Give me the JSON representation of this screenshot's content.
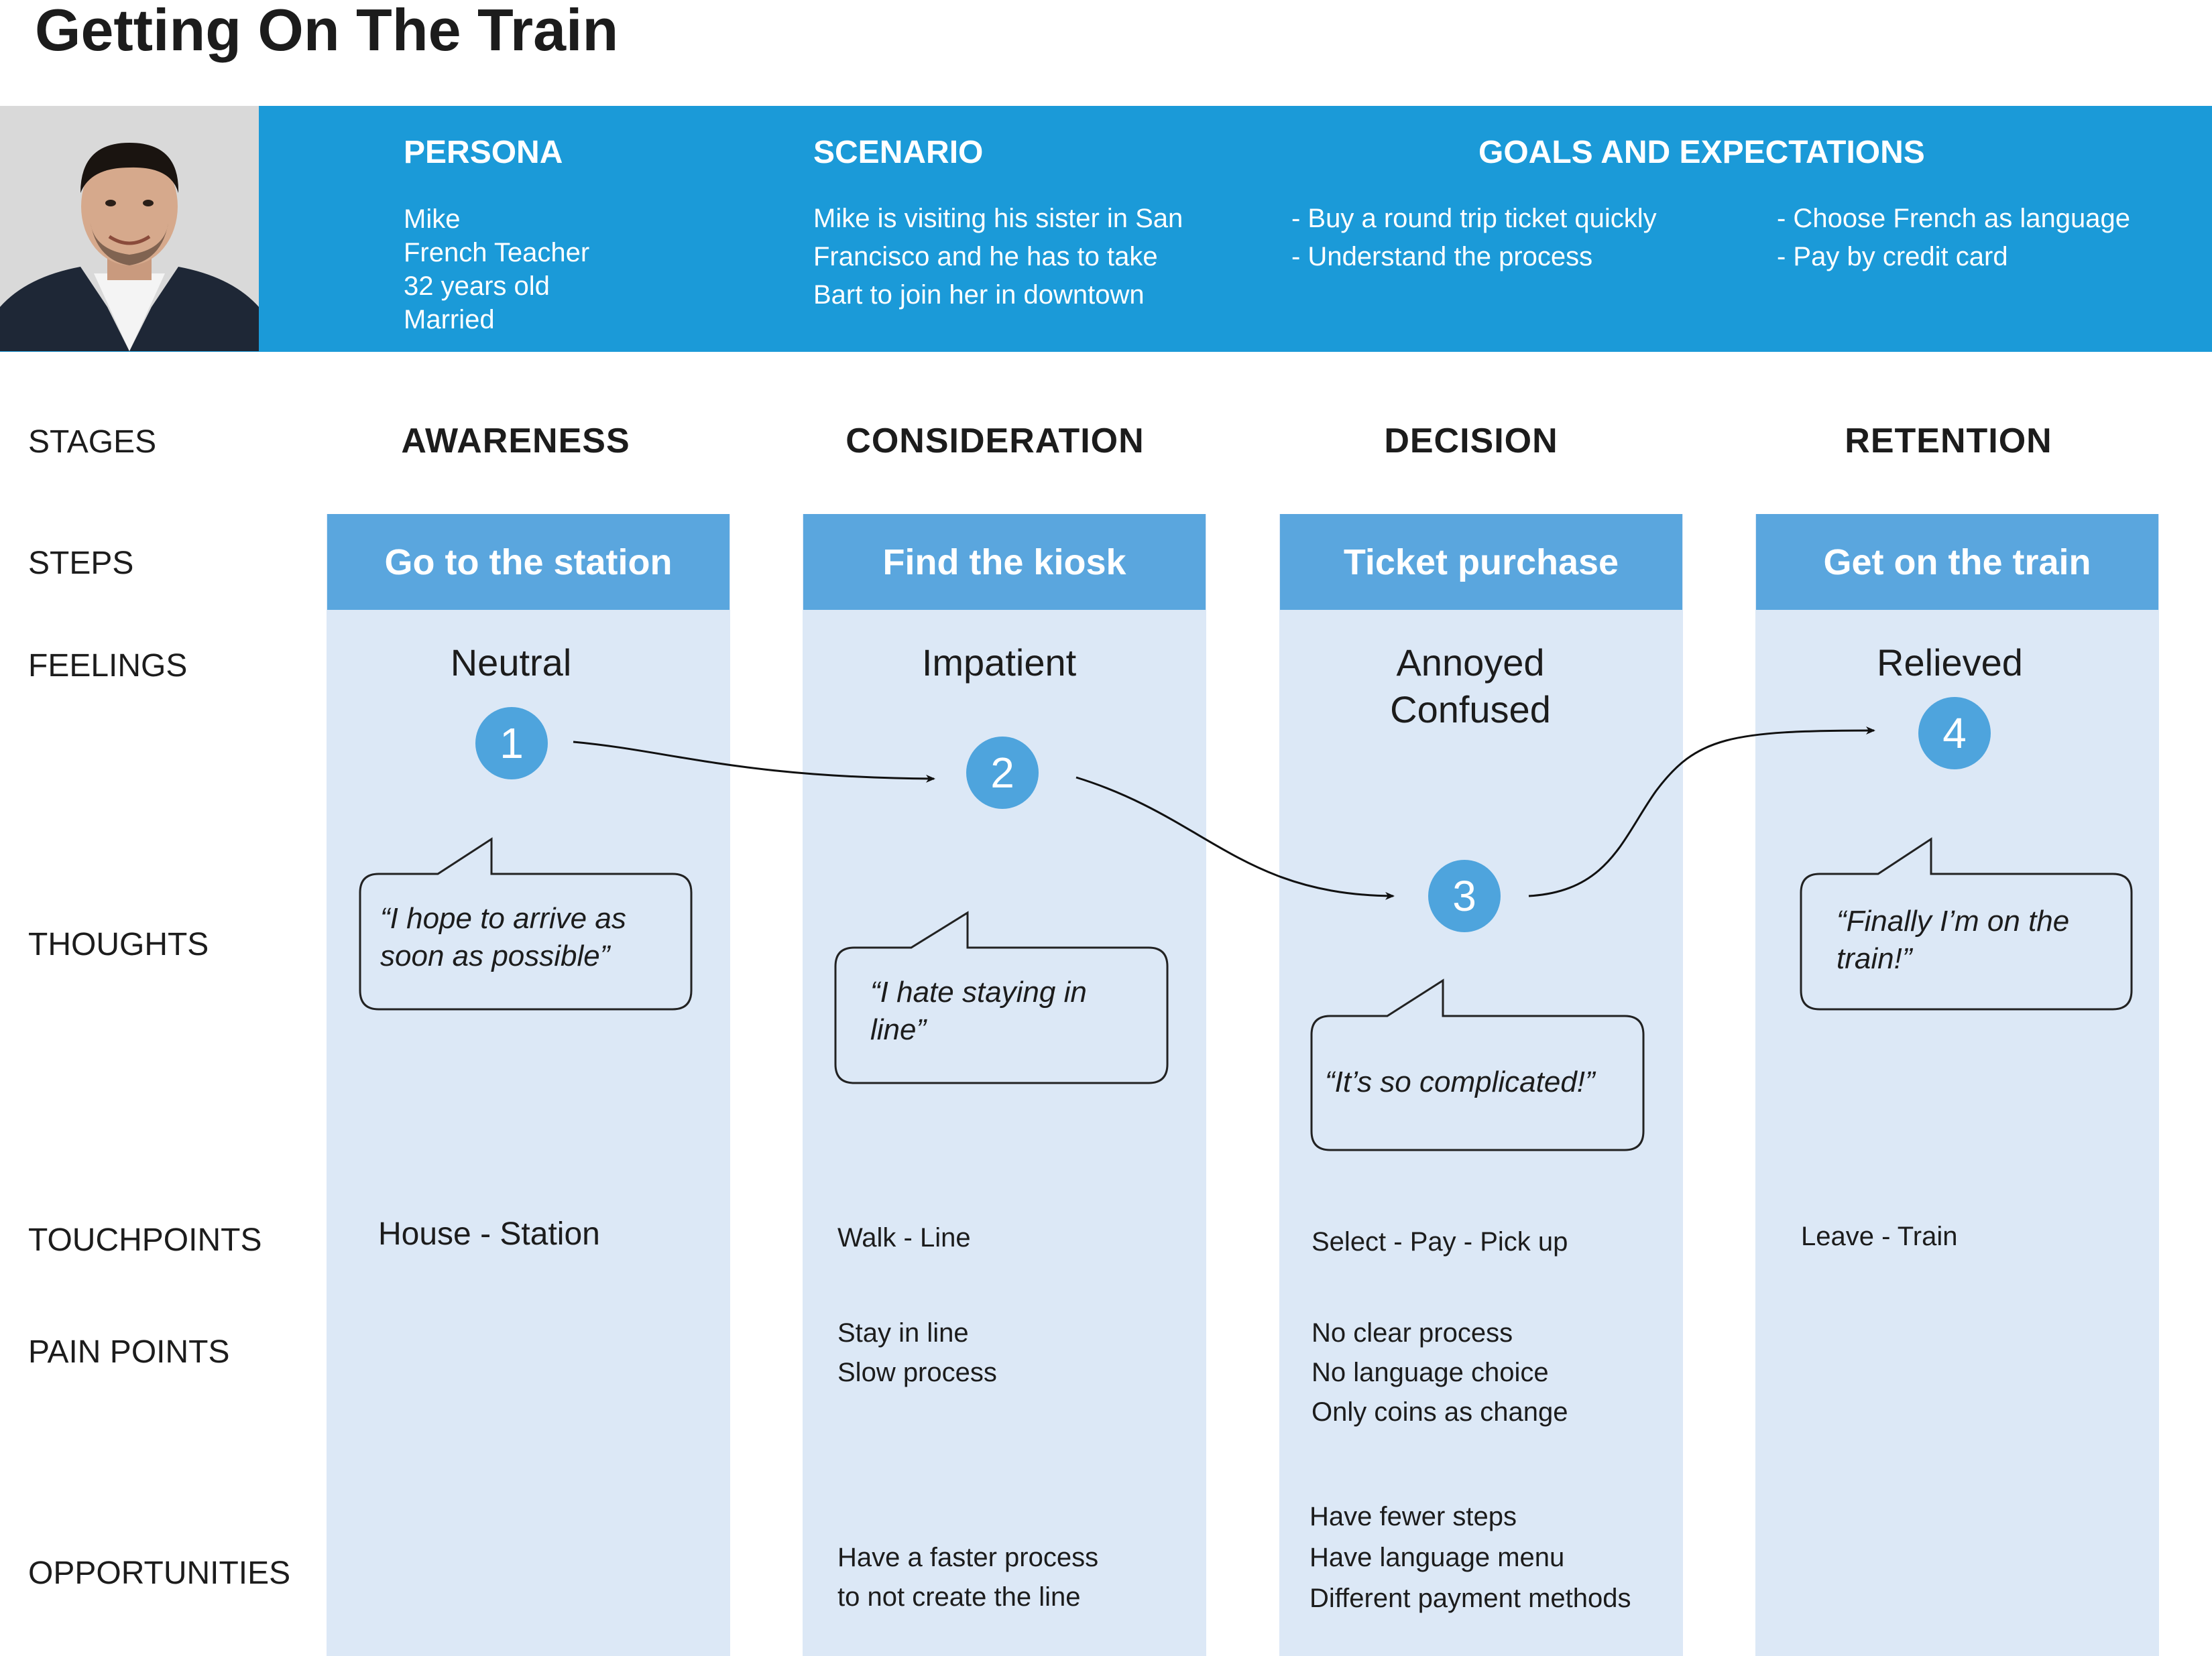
{
  "title": "Getting On The Train",
  "header": {
    "persona": {
      "heading": "PERSONA",
      "lines": [
        "Mike",
        "French Teacher",
        "32 years old",
        "Married"
      ]
    },
    "scenario": {
      "heading": "SCENARIO",
      "lines": [
        "Mike is visiting his sister in San",
        "Francisco and he has to take",
        "Bart to join her in downtown"
      ]
    },
    "goals": {
      "heading": "GOALS AND EXPECTATIONS",
      "col1": [
        "- Buy a round trip ticket quickly",
        "- Understand the process"
      ],
      "col2": [
        "- Choose French as language",
        "- Pay by credit card"
      ]
    }
  },
  "row_labels": {
    "stages": "STAGES",
    "steps": "STEPS",
    "feelings": "FEELINGS",
    "thoughts": "THOUGHTS",
    "touchpoints": "TOUCHPOINTS",
    "pain_points": "PAIN POINTS",
    "opportunities": "OPPORTUNITIES"
  },
  "columns": [
    {
      "stage": "AWARENESS",
      "step": "Go to the station",
      "feelings": [
        "Neutral"
      ],
      "node": "1",
      "thought": [
        "“I hope to arrive as",
        "soon as possible”"
      ],
      "touchpoints": "House - Station",
      "pain_points": [],
      "opportunities": []
    },
    {
      "stage": "CONSIDERATION",
      "step": "Find the kiosk",
      "feelings": [
        "Impatient"
      ],
      "node": "2",
      "thought": [
        "“I hate staying in",
        "line”"
      ],
      "touchpoints": "Walk - Line",
      "pain_points": [
        "Stay in line",
        "Slow process"
      ],
      "opportunities": [
        "Have a faster process",
        "to not create the line"
      ]
    },
    {
      "stage": "DECISION",
      "step": "Ticket purchase",
      "feelings": [
        "Annoyed",
        "Confused"
      ],
      "node": "3",
      "thought": [
        "“It’s so complicated!”"
      ],
      "touchpoints": "Select - Pay - Pick up",
      "pain_points": [
        "No clear process",
        "No language choice",
        "Only coins as change"
      ],
      "opportunities": [
        "Have fewer steps",
        "Have language menu",
        "Different payment methods"
      ]
    },
    {
      "stage": "RETENTION",
      "step": "Get on the train",
      "feelings": [
        "Relieved"
      ],
      "node": "4",
      "thought": [
        "“Finally I’m on the",
        "train!”"
      ],
      "touchpoints": "Leave - Train",
      "pain_points": [],
      "opportunities": []
    }
  ],
  "colors": {
    "band": "#1b9ad8",
    "column": "#dce8f6",
    "step": "#5aa6de",
    "node": "#4ea4dd"
  }
}
